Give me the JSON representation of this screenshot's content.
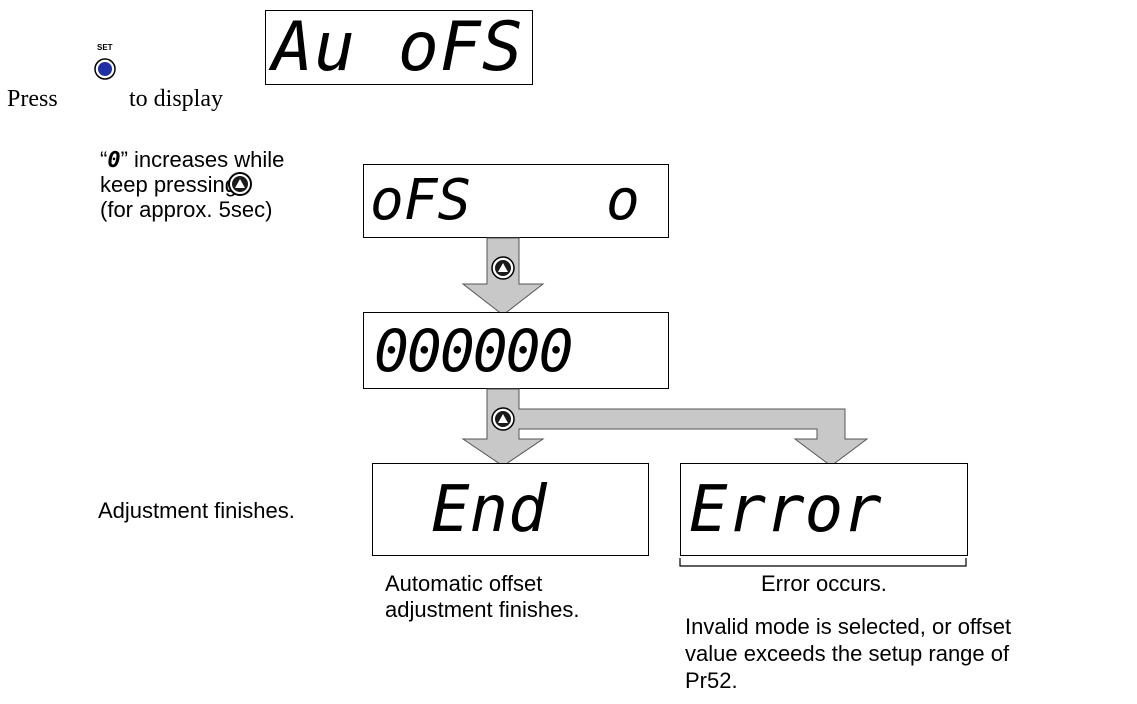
{
  "intro": {
    "press": "Press",
    "set_key_label": "SET",
    "to_display": "to display",
    "display_auofs": "Au oFS."
  },
  "note": {
    "line1_open_quote": "“",
    "line1_digit": "0",
    "line1_rest": "” increases while",
    "line2": "keep pressing",
    "line3": "(for approx. 5sec)"
  },
  "displays": {
    "ofs": "oFS    o",
    "zeros": "000000",
    "end": "End",
    "error": "Error"
  },
  "labels": {
    "adjustment_finishes": "Adjustment finishes.",
    "auto_offset_line1": "Automatic offset",
    "auto_offset_line2": "adjustment finishes.",
    "error_occurs": "Error occurs.",
    "invalid_line1": "Invalid mode is selected, or offset",
    "invalid_line2": "value exceeds the setup range of",
    "invalid_line3": "Pr52."
  },
  "colors": {
    "set_button": "#1f2fa8",
    "arrow_fill": "#c8c8c8"
  },
  "icons": {
    "set_button": "set-button-icon",
    "up_button": "up-arrow-button-icon"
  }
}
